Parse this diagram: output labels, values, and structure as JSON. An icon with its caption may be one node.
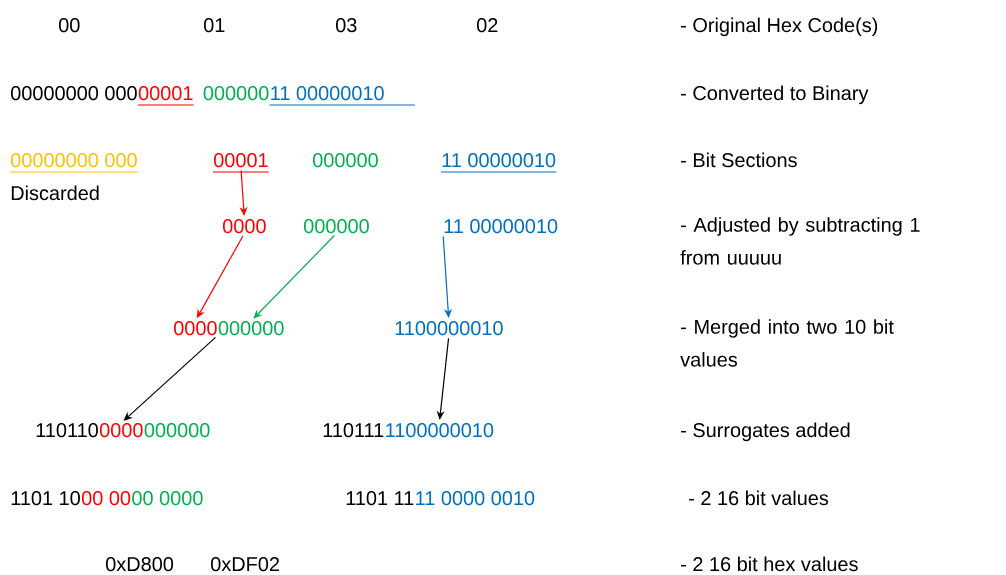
{
  "diagram": {
    "nodes": [
      {
        "text": [
          "00001"
        ]
      },
      {
        "text": [
          "0000"
        ]
      },
      {
        "text": [
          "000000"
        ]
      },
      {
        "text": [
          "11 00000010"
        ]
      },
      {
        "text": [
          "0000"
        ]
      },
      {
        "text": [
          "000000"
        ]
      },
      {
        "text": [
          "1100000010"
        ]
      },
      {
        "text": [
          "0000"
        ]
      },
      {
        "text": [
          "1100000010"
        ]
      }
    ],
    "edges": [
      {
        "from": 0,
        "to": 1,
        "arrow": "to",
        "color": "#ff0000"
      },
      {
        "from": 1,
        "to": 4,
        "arrow": "to",
        "color": "#ff0000"
      },
      {
        "from": 2,
        "to": 5,
        "arrow": "to",
        "color": "#00b050"
      },
      {
        "from": 3,
        "to": 6,
        "arrow": "to",
        "color": "#0070c0"
      },
      {
        "from": 5,
        "to": 7,
        "arrow": "to",
        "color": "#000000"
      },
      {
        "from": 6,
        "to": 8,
        "arrow": "to",
        "color": "#000000"
      }
    ],
    "labels": [
      "00",
      "01",
      "03",
      "02",
      "- Original Hex Code(s)",
      "00000000 000",
      "00001",
      "000000",
      "11 00000010",
      "- Converted to Binary",
      "00000000 000",
      "000000",
      "11 00000010",
      "- Bit Sections",
      "Discarded",
      "- Adjusted by subtracting 1 from uuuuu",
      "- Merged into two 10 bit values",
      "110110",
      "000000",
      "110111",
      "- Surrogates added",
      "1101 10",
      "00 00",
      "00 0000",
      "1101 11",
      "11 0000 0010",
      "- 2 16 bit values",
      "0xD800",
      "0xDF02",
      "- 2 16 bit hex values"
    ]
  }
}
